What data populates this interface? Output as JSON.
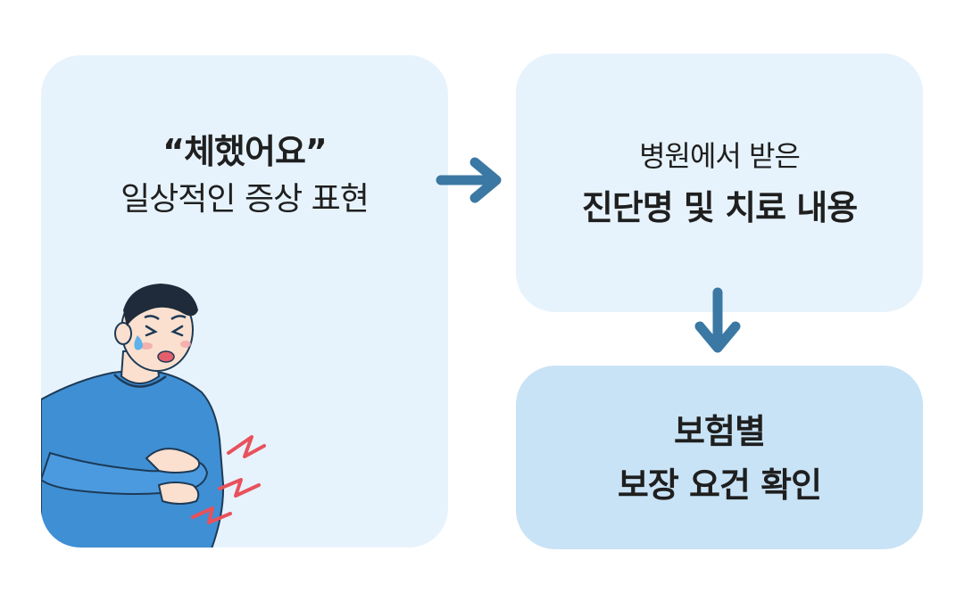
{
  "left_card": {
    "title": "“체했어요”",
    "subtitle": "일상적인 증상 표현"
  },
  "top_right_card": {
    "line1": "병원에서 받은",
    "line2": "진단명 및 치료 내용"
  },
  "bottom_right_card": {
    "line1": "보험별",
    "line2": "보장 요건 확인"
  },
  "colors": {
    "card_light": "#e7f3fc",
    "card_accent": "#c9e3f6",
    "arrow": "#3b78a3",
    "shirt": "#3f8fd4"
  },
  "icons": {
    "right_arrow": "arrow-right-icon",
    "down_arrow": "arrow-down-icon",
    "illustration": "stomachache-person-illustration"
  }
}
